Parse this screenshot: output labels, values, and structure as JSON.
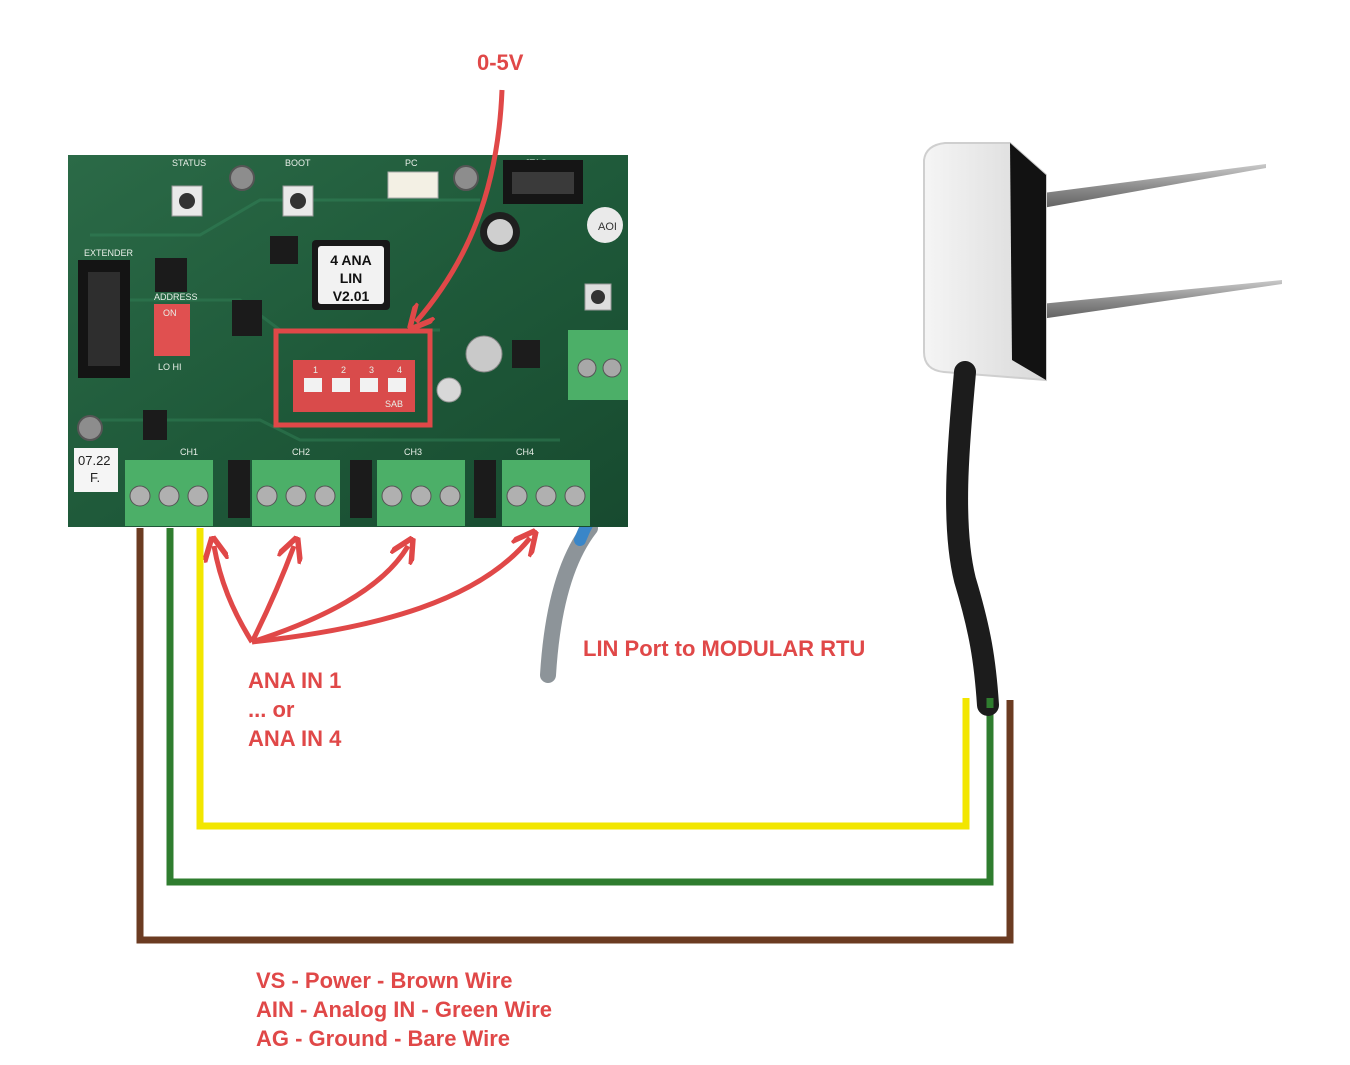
{
  "annotations": {
    "voltage_mode": "0-5V",
    "lin_port": "LIN Port to MODULAR RTU",
    "analog_inputs": [
      "ANA IN 1",
      "... or",
      "ANA IN 4"
    ],
    "wire_legend": [
      "VS - Power - Brown Wire",
      "AIN - Analog IN - Green Wire",
      "AG - Ground - Bare Wire"
    ]
  },
  "board": {
    "module_label": [
      "4 ANA",
      "LIN",
      "V2.01"
    ],
    "channels": [
      "CH1",
      "CH2",
      "CH3",
      "CH4"
    ],
    "silkscreen": {
      "status": "STATUS",
      "boot": "BOOT",
      "pc": "PC",
      "jtag": "JTAG",
      "extender": "EXTENDER",
      "address": "ADDRESS",
      "on": "ON",
      "lo_hi": "LO HI",
      "dip_numbers": [
        "1",
        "2",
        "3",
        "4"
      ],
      "sab": "SAB",
      "aoi": "AOI",
      "sticker": [
        "07.22",
        "F."
      ]
    }
  },
  "colors": {
    "annotation": "#e04848",
    "brown_wire": "#6b3b22",
    "green_wire": "#2f7d2f",
    "yellow_wire": "#f2e600",
    "pcb": "#1f5a3a",
    "terminal": "#4caf68"
  }
}
